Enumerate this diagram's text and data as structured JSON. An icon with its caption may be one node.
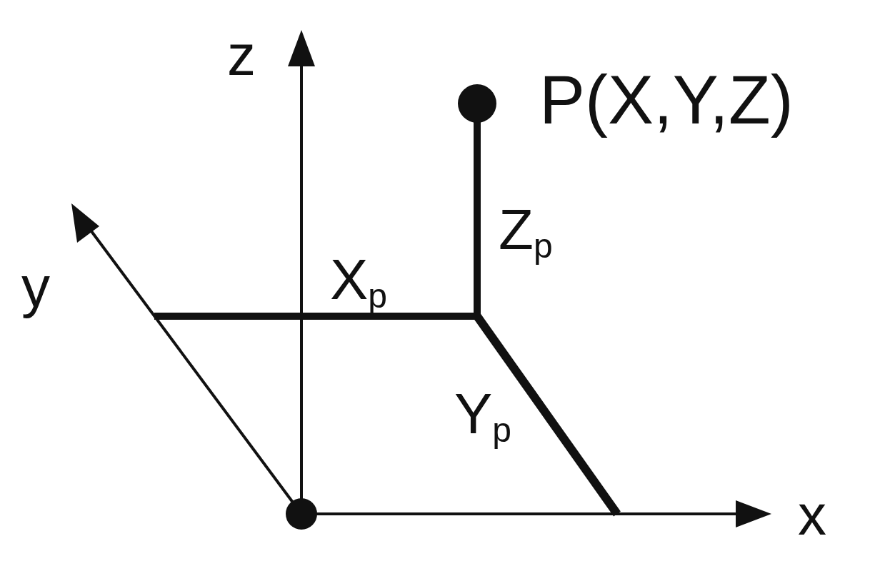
{
  "diagram": {
    "labels": [
      "z",
      "P(X,Y,Z)",
      "Z$_{p}$",
      "y",
      "X$_{p}$",
      "Y$_{p}$",
      "x"
    ]
  }
}
